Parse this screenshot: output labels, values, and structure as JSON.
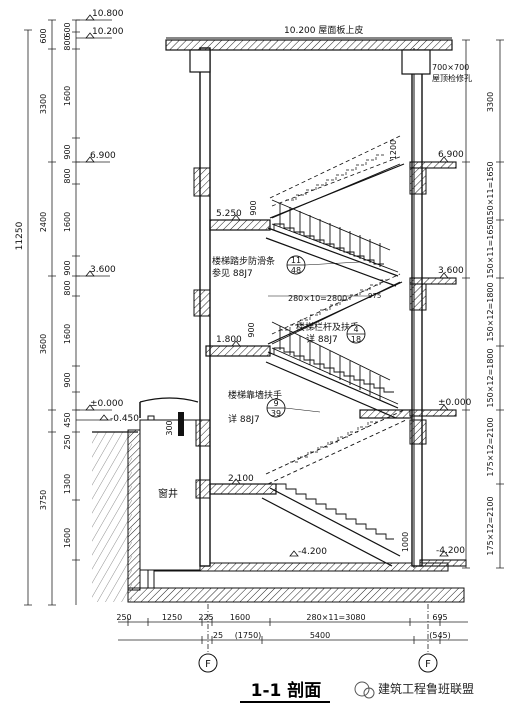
{
  "title": "1-1 剖面",
  "watermark": "建筑工程鲁班联盟",
  "elevations": {
    "top": "10.800",
    "roof_top": "10.200",
    "roof_note": "10.200 屋面板上皮",
    "floor3": "6.900",
    "landing_upper": "5.250",
    "floor2": "3.600",
    "landing_mid": "1.800",
    "ground": "±0.000",
    "outdoor": "-0.450",
    "landing_low": "2.100",
    "basement": "-4.200"
  },
  "left_dims": {
    "col_a": [
      "600",
      "800",
      "1600",
      "900",
      "800",
      "1600",
      "900",
      "800",
      "1600",
      "900",
      "450",
      "250",
      "1300",
      "1600"
    ],
    "col_b": [
      "600",
      "3300",
      "2400",
      "3600",
      "3750"
    ],
    "total": "11250"
  },
  "right_dims": [
    "3300",
    "150×11=1650",
    "150×11=1650",
    "150×12=1800",
    "150×12=1800",
    "175×12=2100",
    "175×12=2100"
  ],
  "bottom_dims": {
    "row1": [
      "250",
      "1250",
      "225",
      "1600",
      "280×11=3080",
      "695"
    ],
    "row2": [
      "25",
      "(1750)",
      "5400",
      "(545)"
    ]
  },
  "axis_labels": [
    "F",
    "F"
  ],
  "annotations": {
    "roof_hatch": "700×700",
    "roof_hatch_note": "屋顶检修孔",
    "stair_guard": "楼梯踏步防滑条",
    "stair_guard_ref": "参见 88J7",
    "stair_guard_num": "11",
    "stair_guard_den": "48",
    "stair_rail": "楼梯栏杆及扶手",
    "stair_rail_ref": "详 88J7",
    "stair_rail_num": "4",
    "stair_rail_den": "18",
    "wall_rail": "楼梯靠墙扶手",
    "wall_rail_ref": "详 88J7",
    "wall_rail_num": "9",
    "wall_rail_den": "39",
    "tread_dim": "280×10=2800",
    "pit": "窗井",
    "dim_300": "300",
    "dim_900": "900",
    "dim_1200": "1200",
    "dim_1000": "1000"
  }
}
